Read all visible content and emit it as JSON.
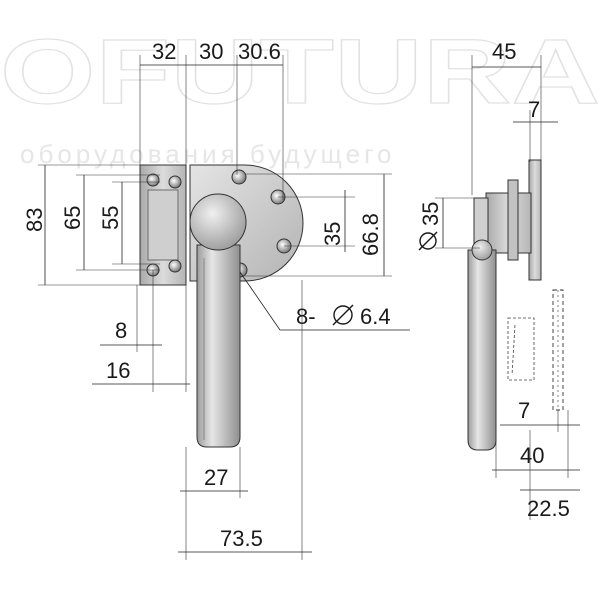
{
  "watermark": {
    "brand": "OFUTURA",
    "tagline": "оборудования будущего"
  },
  "colors": {
    "metal_light": "#d8d8d8",
    "metal_mid": "#b9b9b9",
    "metal_dark": "#8a8a8a",
    "line": "#222222"
  },
  "dimensions": {
    "d32": "32",
    "d30": "30",
    "d30_6": "30.6",
    "d45": "45",
    "d7_top": "7",
    "d83": "83",
    "d65": "65",
    "d55": "55",
    "d35": "35",
    "d66_8": "66.8",
    "d35_dia": "35",
    "d8": "8",
    "d16": "16",
    "holes": "8-",
    "hole_dia": "6.4",
    "d27": "27",
    "d73_5": "73.5",
    "d7_bottom": "7",
    "d40": "40",
    "d22_5": "22.5"
  },
  "icons": {
    "diameter": "diameter-symbol"
  }
}
